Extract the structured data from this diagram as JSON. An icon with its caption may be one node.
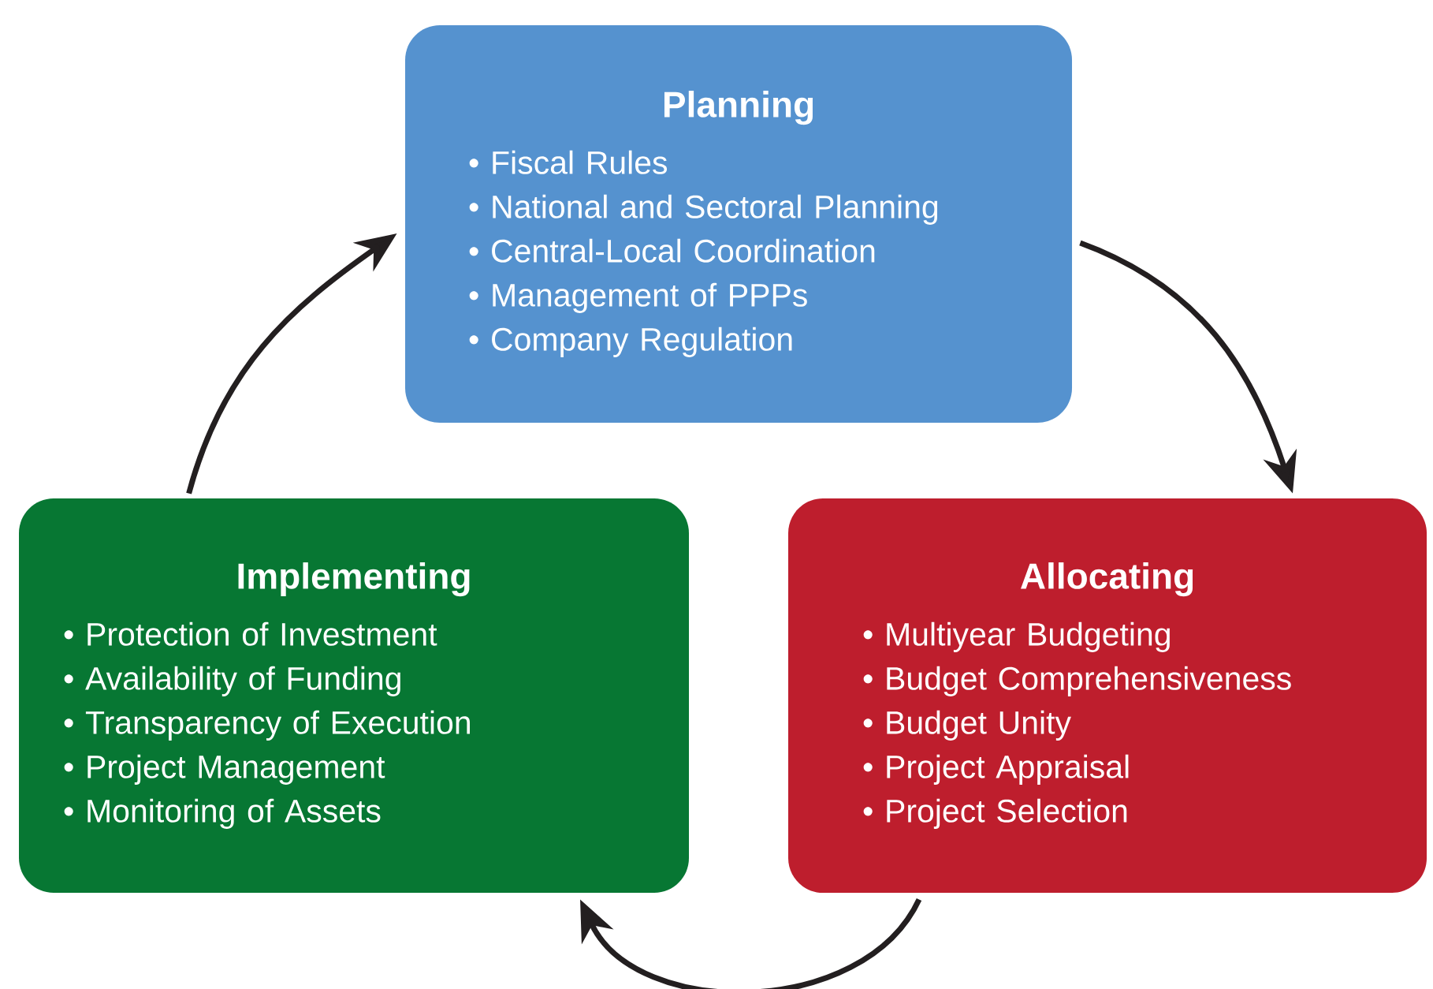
{
  "diagram": {
    "nodes": [
      {
        "text": [
          "Planning",
          "• Fiscal Rules",
          "• National and Sectoral Planning",
          "• Central-Local Coordination",
          "• Management of PPPs",
          "• Company Regulation"
        ]
      },
      {
        "text": [
          "Allocating",
          "• Multiyear Budgeting",
          "• Budget Comprehensiveness",
          "• Budget Unity",
          "• Project Appraisal",
          "• Project Selection"
        ]
      },
      {
        "text": [
          "Implementing",
          "• Protection of Investment",
          "• Availability of Funding",
          "• Transparency of Execution",
          "• Project Management",
          "• Monitoring of Assets"
        ]
      }
    ],
    "edges": [
      {
        "from": 2,
        "to": 0,
        "arrow": "to"
      },
      {
        "from": 0,
        "to": 1,
        "arrow": "to"
      },
      {
        "from": 1,
        "to": 2,
        "arrow": "to"
      }
    ]
  }
}
